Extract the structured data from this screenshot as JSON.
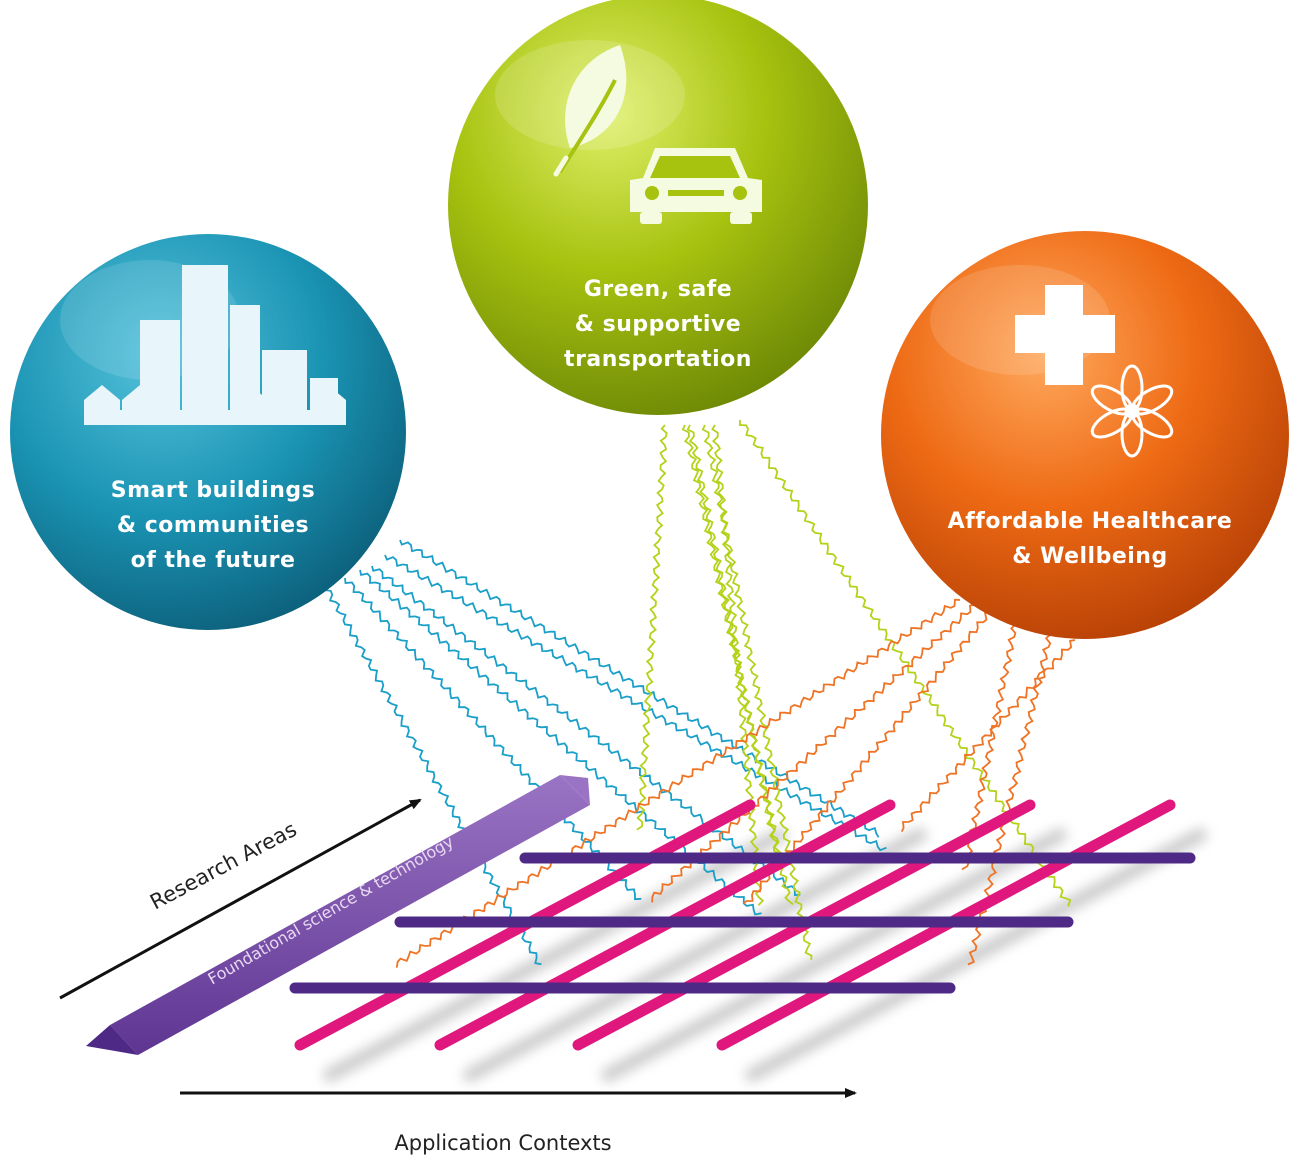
{
  "spheres": [
    {
      "id": "buildings",
      "lines": [
        "Smart buildings",
        "& communities",
        "of the future"
      ],
      "color": "#1a93b3",
      "icon": "city-skyline-icon"
    },
    {
      "id": "transport",
      "lines": [
        "Green, safe",
        "& supportive",
        "transportation"
      ],
      "color": "#a7c20f",
      "icon": "leaf-and-car-icon"
    },
    {
      "id": "health",
      "lines": [
        "Affordable Healthcare",
        "& Wellbeing"
      ],
      "color": "#ee6a14",
      "icon": "cross-and-flower-icon"
    }
  ],
  "axes": {
    "research_areas": "Research Areas",
    "application_contexts": "Application Contexts"
  },
  "pencil_label": "Foundational science & technology",
  "colors": {
    "purple_bar": "#4e2a86",
    "pink_bar": "#e0187e",
    "pencil": "#7a4fa5",
    "wire_blue": "#1a9fc9",
    "wire_green": "#b5d11a",
    "wire_orange": "#ef7324"
  }
}
